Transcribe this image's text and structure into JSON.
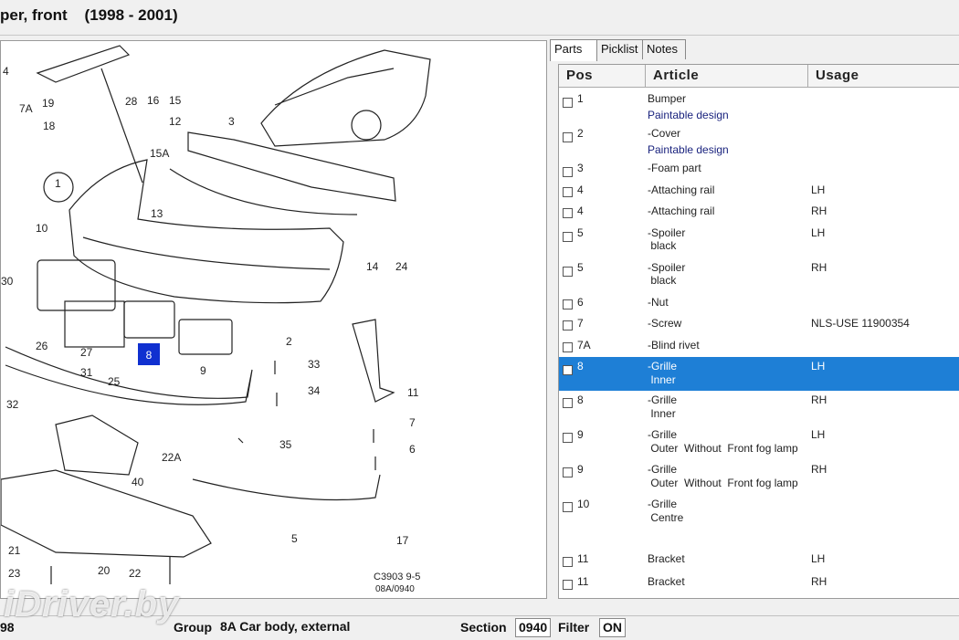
{
  "window": {
    "title": "per, front    (1998 - 2001)"
  },
  "tabs": [
    {
      "label": "Parts"
    },
    {
      "label": "Picklist"
    },
    {
      "label": "Notes"
    }
  ],
  "table": {
    "headers": {
      "pos": "Pos",
      "article": "Article",
      "usage": "Usage"
    },
    "rows": [
      {
        "pos": "1",
        "article": "Bumper",
        "article2": "Paintable design",
        "usage": ""
      },
      {
        "pos": "2",
        "article": "-Cover",
        "article2": "Paintable design",
        "usage": ""
      },
      {
        "pos": "3",
        "article": "-Foam part",
        "article2": "",
        "usage": ""
      },
      {
        "pos": "4",
        "article": "-Attaching rail",
        "article2": "",
        "usage": "LH"
      },
      {
        "pos": "4",
        "article": "-Attaching rail",
        "article2": "",
        "usage": "RH"
      },
      {
        "pos": "5",
        "article": "-Spoiler",
        "article2": " black",
        "usage": "LH"
      },
      {
        "pos": "5",
        "article": "-Spoiler",
        "article2": " black",
        "usage": "RH"
      },
      {
        "pos": "6",
        "article": "-Nut",
        "article2": "",
        "usage": ""
      },
      {
        "pos": "7",
        "article": "-Screw",
        "article2": "",
        "usage": "NLS-USE 11900354"
      },
      {
        "pos": "7A",
        "article": "-Blind rivet",
        "article2": "",
        "usage": ""
      },
      {
        "pos": "8",
        "article": "-Grille",
        "article2": " Inner",
        "usage": "LH"
      },
      {
        "pos": "8",
        "article": "-Grille",
        "article2": " Inner",
        "usage": "RH"
      },
      {
        "pos": "9",
        "article": "-Grille",
        "article2": " Outer  Without  Front fog lamp",
        "usage": "LH"
      },
      {
        "pos": "9",
        "article": "-Grille",
        "article2": " Outer  Without  Front fog lamp",
        "usage": "RH"
      },
      {
        "pos": "10",
        "article": "-Grille",
        "article2": " Centre",
        "usage": ""
      },
      {
        "pos": "11",
        "article": "Bracket",
        "article2": "",
        "usage": "LH"
      },
      {
        "pos": "11",
        "article": "Bracket",
        "article2": "",
        "usage": "RH"
      }
    ]
  },
  "diagram": {
    "callouts": [
      "4",
      "7A",
      "19",
      "18",
      "28",
      "16",
      "15",
      "12",
      "3",
      "1",
      "15A",
      "13",
      "10",
      "14",
      "24",
      "30",
      "8",
      "2",
      "26",
      "27",
      "31",
      "25",
      "9",
      "33",
      "34",
      "11",
      "32",
      "35",
      "7",
      "6",
      "40",
      "22A",
      "5",
      "17",
      "21",
      "23",
      "20",
      "22"
    ],
    "code1": "C3903 9-5",
    "code2": "08A/0940"
  },
  "status": {
    "left": "98",
    "group_label": "Group",
    "group_value": "8A Car body, external",
    "section_label": "Section",
    "section_value": "0940",
    "filter_label": "Filter",
    "filter_value": "ON"
  },
  "watermark": "iDriver.by",
  "colors": {
    "selection": "#1e7fd6",
    "subtext": "#1a237e",
    "callout_box": "#1030d0"
  }
}
